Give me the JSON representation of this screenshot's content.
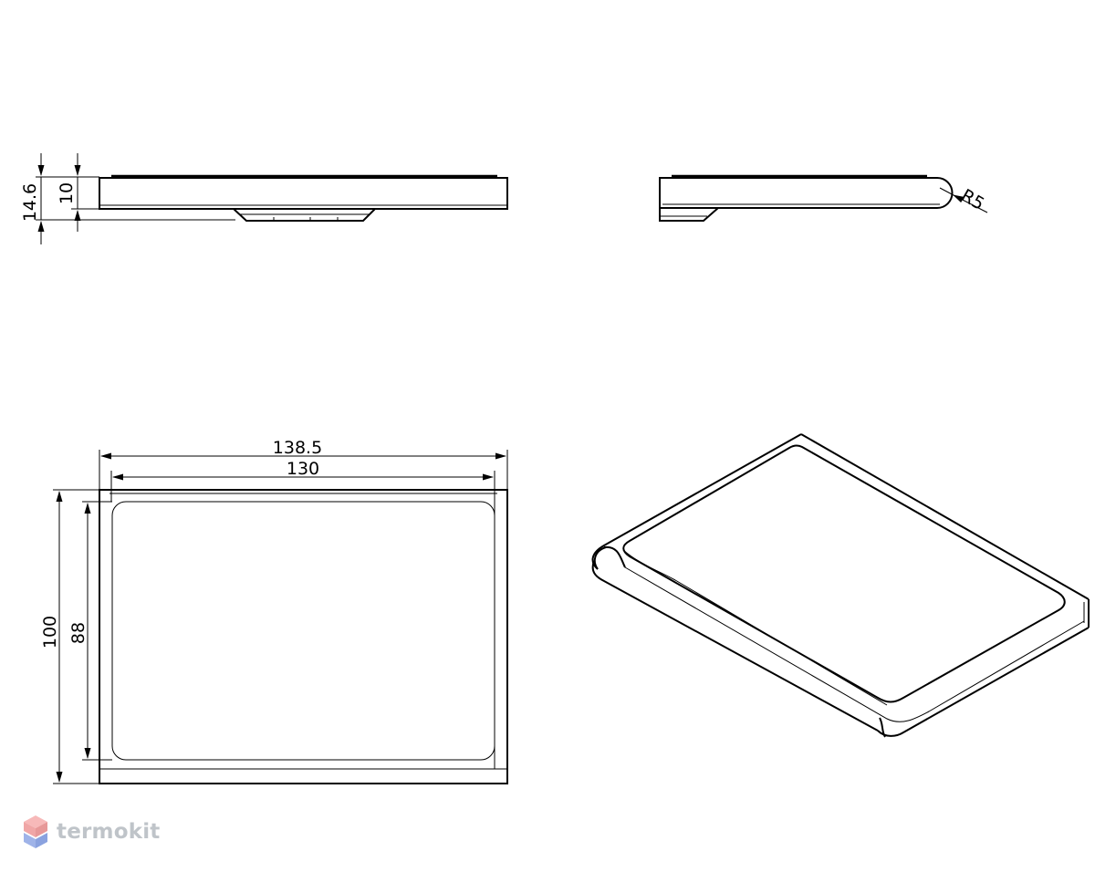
{
  "dimensions": {
    "overall_height": "14.6",
    "body_height": "10",
    "radius": "R5",
    "overall_length": "138.5",
    "inner_length": "130",
    "overall_width": "100",
    "inner_width": "88"
  },
  "brand": {
    "name": "termokit",
    "colors": [
      "#f0a6a6",
      "#9fb3e8",
      "#bfc4c9"
    ]
  }
}
